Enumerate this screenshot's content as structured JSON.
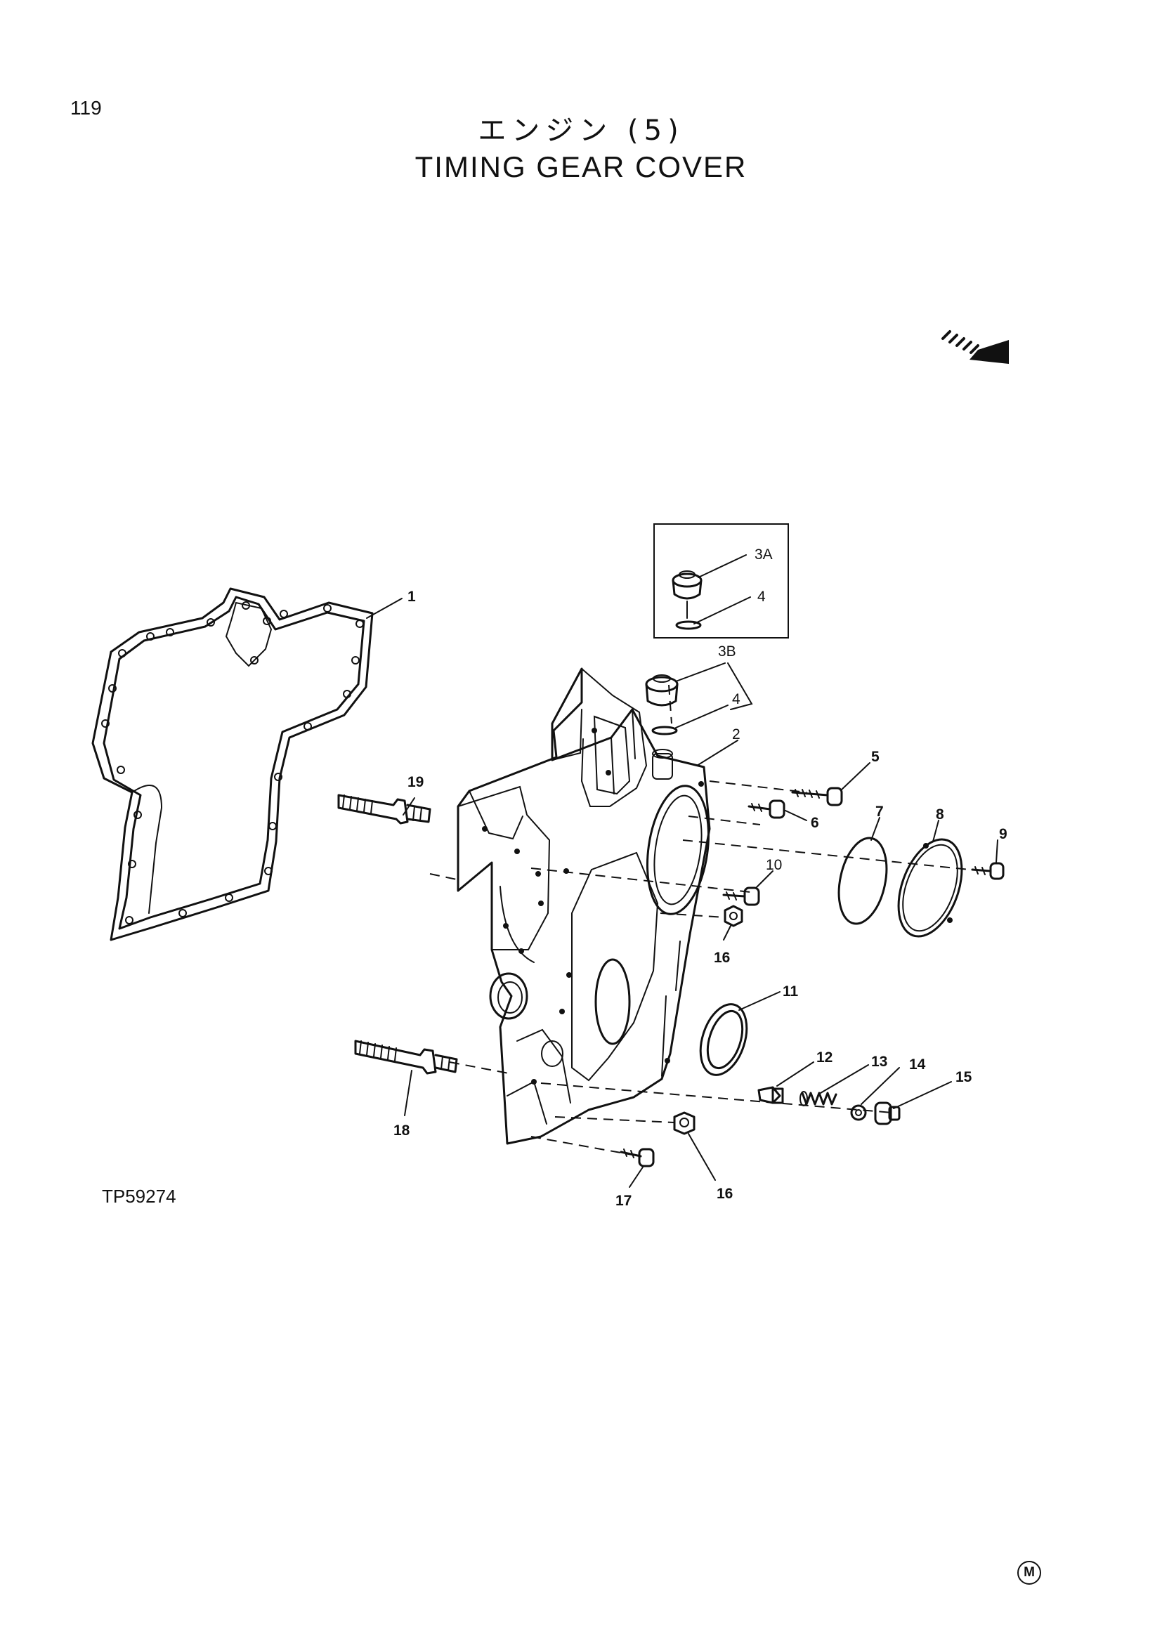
{
  "page_number": "119",
  "title_jp": "エンジン (5)",
  "title_en": "TIMING GEAR COVER",
  "drawing_code": "TP59274",
  "callouts": {
    "c1": "1",
    "c2": "2",
    "c3a": "3A",
    "c3b": "3B",
    "c4a": "4",
    "c4b": "4",
    "c5": "5",
    "c6": "6",
    "c7": "7",
    "c8": "8",
    "c9": "9",
    "c10": "10",
    "c11": "11",
    "c12": "12",
    "c13": "13",
    "c14": "14",
    "c15": "15",
    "c16a": "16",
    "c16b": "16",
    "c17": "17",
    "c18": "18",
    "c19": "19"
  },
  "footer_mark": "M",
  "icons": [
    "direction-arrow-icon"
  ]
}
